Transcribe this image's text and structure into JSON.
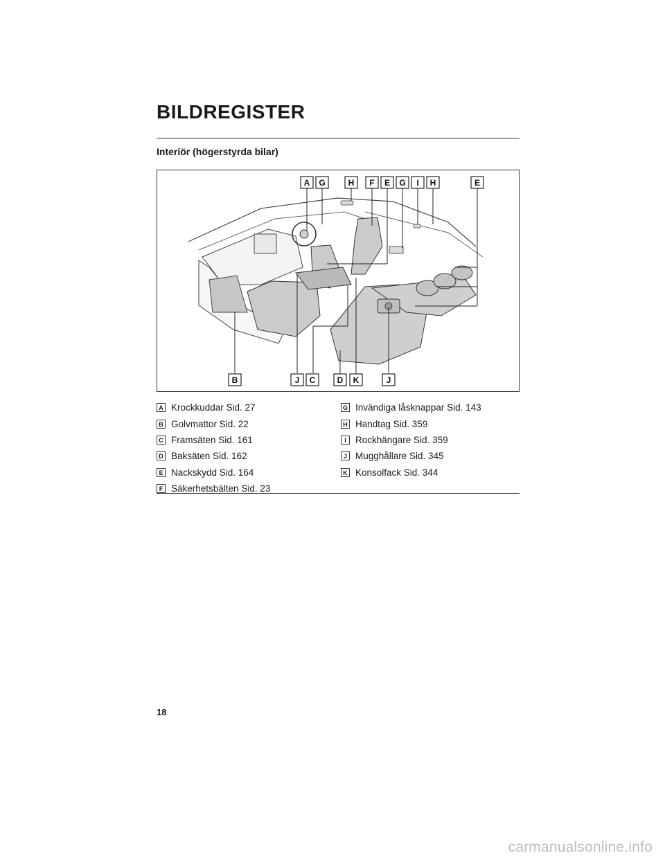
{
  "header": {
    "title": "BILDREGISTER"
  },
  "section": {
    "subtitle": "Interiör (högerstyrda bilar)"
  },
  "figure": {
    "callouts_top": [
      "A",
      "G",
      "H",
      "F",
      "E",
      "G",
      "I",
      "H",
      "E"
    ],
    "callouts_bottom": [
      "B",
      "J",
      "C",
      "D",
      "K",
      "J"
    ]
  },
  "legend": {
    "left": [
      {
        "key": "A",
        "text": "Krockkuddar Sid. 27"
      },
      {
        "key": "B",
        "text": "Golvmattor Sid. 22"
      },
      {
        "key": "C",
        "text": "Framsäten Sid. 161"
      },
      {
        "key": "D",
        "text": "Baksäten Sid. 162"
      },
      {
        "key": "E",
        "text": "Nackskydd Sid. 164"
      },
      {
        "key": "F",
        "text": "Säkerhetsbälten Sid. 23"
      }
    ],
    "right": [
      {
        "key": "G",
        "text": "Invändiga låsknappar Sid. 143"
      },
      {
        "key": "H",
        "text": "Handtag Sid. 359"
      },
      {
        "key": "I",
        "text": "Rockhängare Sid. 359"
      },
      {
        "key": "J",
        "text": "Mugghållare Sid. 345"
      },
      {
        "key": "K",
        "text": "Konsolfack Sid. 344"
      }
    ]
  },
  "footer": {
    "page_number": "18",
    "watermark": "carmanualsonline.info"
  }
}
